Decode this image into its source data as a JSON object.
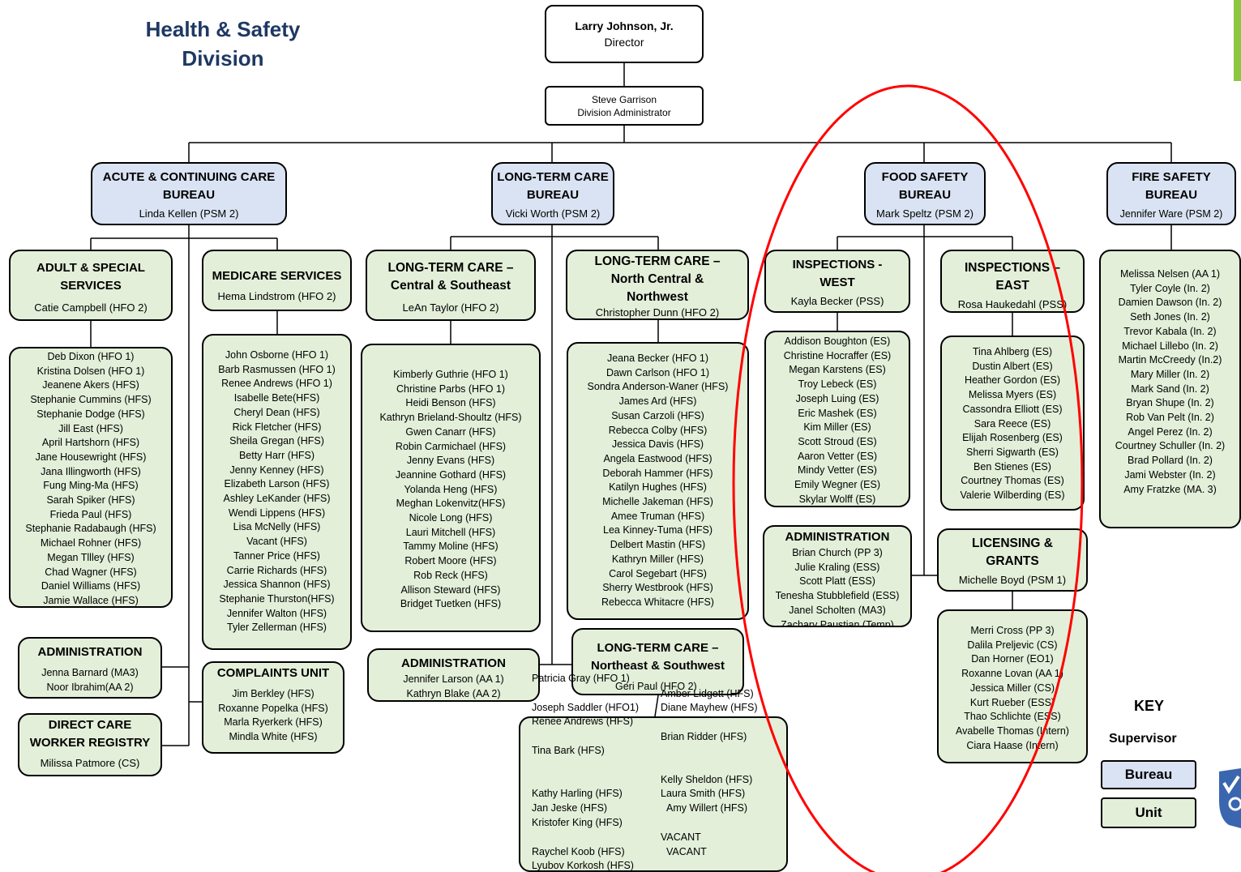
{
  "header": {
    "title": "Health & Safety Division"
  },
  "director": {
    "name": "Larry Johnson, Jr.",
    "role": "Director"
  },
  "administrator": {
    "name": "Steve Garrison",
    "role": "Division Administrator"
  },
  "acute": {
    "title": "ACUTE & CONTINUING CARE BUREAU",
    "supervisor": "Linda Kellen (PSM 2)",
    "adult": {
      "title": "ADULT & SPECIAL SERVICES",
      "supervisor": "Catie Campbell (HFO 2)",
      "staff": [
        "Deb Dixon (HFO 1)",
        "Kristina Dolsen (HFO 1)",
        "Jeanene Akers (HFS)",
        "Stephanie Cummins (HFS)",
        "Stephanie Dodge (HFS)",
        "Jill East (HFS)",
        "April Hartshorn (HFS)",
        "Jane Housewright (HFS)",
        "Jana Illingworth (HFS)",
        "Fung Ming-Ma (HFS)",
        "Sarah Spiker (HFS)",
        "Frieda Paul (HFS)",
        "Stephanie Radabaugh (HFS)",
        "Michael Rohner (HFS)",
        "Megan Tllley (HFS)",
        "Chad Wagner (HFS)",
        "Daniel Williams (HFS)",
        "Jamie Wallace (HFS)"
      ]
    },
    "medicare": {
      "title": "MEDICARE SERVICES",
      "supervisor": "Hema Lindstrom (HFO 2)",
      "staff": [
        "John Osborne (HFO 1)",
        "Barb Rasmussen (HFO 1)",
        "Renee Andrews (HFO 1)",
        "Isabelle Bete(HFS)",
        "Cheryl Dean (HFS)",
        "Rick Fletcher (HFS)",
        "Sheila Gregan (HFS)",
        "Betty Harr (HFS)",
        "Jenny Kenney (HFS)",
        "Elizabeth Larson (HFS)",
        "Ashley LeKander  (HFS)",
        "Wendi Lippens (HFS)",
        "Lisa McNelly (HFS)",
        "Vacant (HFS)",
        "Tanner Price (HFS)",
        "Carrie Richards (HFS)",
        "Jessica Shannon (HFS)",
        "Stephanie Thurston(HFS)",
        "Jennifer Walton (HFS)",
        "Tyler Zellerman (HFS)"
      ]
    },
    "admin": {
      "title": "ADMINISTRATION",
      "staff": [
        "Jenna Barnard (MA3)",
        "Noor Ibrahim(AA 2)"
      ]
    },
    "complaints": {
      "title": "COMPLAINTS UNIT",
      "staff": [
        "Jim Berkley (HFS)",
        "Roxanne Popelka (HFS)",
        "Marla Ryerkerk (HFS)",
        "Mindla White (HFS)"
      ]
    },
    "registry": {
      "title": "DIRECT CARE WORKER REGISTRY",
      "supervisor": "Milissa Patmore (CS)"
    }
  },
  "ltc": {
    "title": "LONG-TERM CARE BUREAU",
    "supervisor": "Vicki Worth (PSM 2)",
    "central": {
      "title": "LONG-TERM CARE – Central & Southeast",
      "supervisor": "LeAn Taylor (HFO 2)",
      "staff": [
        "Kimberly Guthrie (HFO 1)",
        "Christine Parbs (HFO 1)",
        "Heidi Benson (HFS)",
        "Kathryn Brieland-Shoultz (HFS)",
        "Gwen Canarr  (HFS)",
        "Robin Carmichael (HFS)",
        "Jenny Evans (HFS)",
        "Jeannine Gothard (HFS)",
        "Yolanda Heng (HFS)",
        "Meghan Lokenvitz(HFS)",
        "Nicole Long (HFS)",
        "Lauri Mitchell  (HFS)",
        "Tammy Moline (HFS)",
        "Robert Moore (HFS)",
        "Rob Reck (HFS)",
        "Allison Steward (HFS)",
        "Bridget Tuetken (HFS)"
      ]
    },
    "north": {
      "title": "LONG-TERM CARE – North Central & Northwest",
      "supervisor": "Christopher Dunn (HFO 2)",
      "staff": [
        "Jeana Becker (HFO 1)",
        "Dawn Carlson (HFO 1)",
        "Sondra Anderson-Waner  (HFS)",
        "James Ard (HFS)",
        "Susan Carzoli (HFS)",
        "Rebecca Colby (HFS)",
        "Jessica Davis (HFS)",
        "Angela Eastwood (HFS)",
        "Deborah Hammer (HFS)",
        "Katilyn Hughes (HFS)",
        "Michelle Jakeman (HFS)",
        "Amee Truman (HFS)",
        "Lea Kinney-Tuma (HFS)",
        "Delbert Mastin (HFS)",
        "Kathryn Miller (HFS)",
        "Carol Segebart (HFS)",
        "Sherry Westbrook (HFS)",
        "Rebecca Whitacre (HFS)"
      ]
    },
    "admin": {
      "title": "ADMINISTRATION",
      "staff": [
        "Jennifer Larson (AA 1)",
        "Kathryn Blake (AA 2)"
      ]
    },
    "northeast": {
      "title": "LONG-TERM CARE – Northeast & Southwest",
      "left": [
        "Patricia Gray  (HFO 1)",
        "Joseph Saddler (HFO1)",
        "Renee Andrews (HFS)",
        "Tina Bark (HFS)",
        "Kathy Harling (HFS)",
        "Jan Jeske (HFS)",
        "Kristofer King (HFS)",
        "Raychel Koob (HFS)",
        "Lyubov Korkosh (HFS)"
      ],
      "right": [
        "Geri Paul (HFO 2)",
        "Amber Lidgett (HFS)",
        "Diane Mayhew (HFS)",
        "Brian Ridder (HFS)",
        "Kelly Sheldon (HFS)",
        "Laura Smith (HFS)",
        "Amy Willert (HFS)",
        "VACANT",
        "VACANT"
      ]
    }
  },
  "food": {
    "title": "FOOD SAFETY BUREAU",
    "supervisor": "Mark Speltz (PSM 2)",
    "west": {
      "title": "INSPECTIONS - WEST",
      "supervisor": "Kayla Becker (PSS)",
      "staff": [
        "Addison Boughton (ES)",
        "Christine Hocraffer (ES)",
        "Megan Karstens (ES)",
        "Troy Lebeck (ES)",
        "Joseph Luing  (ES)",
        "Eric Mashek (ES)",
        "Kim Miller (ES)",
        "Scott Stroud  (ES)",
        "Aaron Vetter (ES)",
        "Mindy Vetter (ES)",
        "Emily Wegner (ES)",
        "Skylar Wolff (ES)"
      ]
    },
    "east": {
      "title": "INSPECTIONS – EAST",
      "supervisor": "Rosa Haukedahl (PSS)",
      "staff": [
        "Tina Ahlberg (ES)",
        "Dustin Albert (ES)",
        "Heather Gordon (ES)",
        "Melissa Myers (ES)",
        "Cassondra Elliott (ES)",
        "Sara Reece (ES)",
        "Elijah Rosenberg (ES)",
        "Sherri Sigwarth (ES)",
        "Ben Stienes (ES)",
        "Courtney Thomas (ES)",
        "Valerie Wilberding (ES)"
      ]
    },
    "admin": {
      "title": "ADMINISTRATION",
      "staff": [
        "Brian Church (PP 3)",
        "Julie Kraling (ESS)",
        "Scott Platt (ESS)",
        "Tenesha Stubblefield (ESS)",
        "Janel Scholten (MA3)",
        "Zachary Paustian (Temp)"
      ]
    },
    "licensing": {
      "title": "LICENSING & GRANTS",
      "supervisor": "Michelle Boyd (PSM 1)",
      "staff": [
        "Merri Cross (PP 3)",
        "Dalila Preljevic (CS)",
        "Dan Horner (EO1)",
        "Roxanne Lovan (AA 1)",
        "Jessica Miller (CS)",
        "Kurt Rueber (ESS)",
        "Thao Schlichte (ESS)",
        "Avabelle Thomas (Intern)",
        "Ciara Haase (Intern)"
      ]
    }
  },
  "fire": {
    "title": "FIRE SAFETY BUREAU",
    "supervisor": "Jennifer Ware (PSM 2)",
    "staff": [
      "Melissa Nelsen (AA 1)",
      "Tyler Coyle (In. 2)",
      "Damien Dawson (In. 2)",
      "Seth Jones (In. 2)",
      "Trevor Kabala (In. 2)",
      "Michael Lillebo (In. 2)",
      "Martin McCreedy (In.2)",
      "Mary Miller (In. 2)",
      "Mark Sand (In. 2)",
      "Bryan Shupe (In. 2)",
      "Rob Van Pelt (In. 2)",
      "Angel Perez (In. 2)",
      "Courtney Schuller (In. 2)",
      "Brad Pollard (In. 2)",
      "Jami Webster (In. 2)",
      "Amy Fratzke (MA. 3)"
    ]
  },
  "key": {
    "title": "KEY",
    "supervisor": "Supervisor",
    "bureau": "Bureau",
    "unit": "Unit"
  },
  "colors": {
    "bureau": "#dae3f3",
    "unit": "#e3efd9",
    "title": "#1f3864",
    "highlight": "#ff0000",
    "accent": "#8dc63f"
  }
}
